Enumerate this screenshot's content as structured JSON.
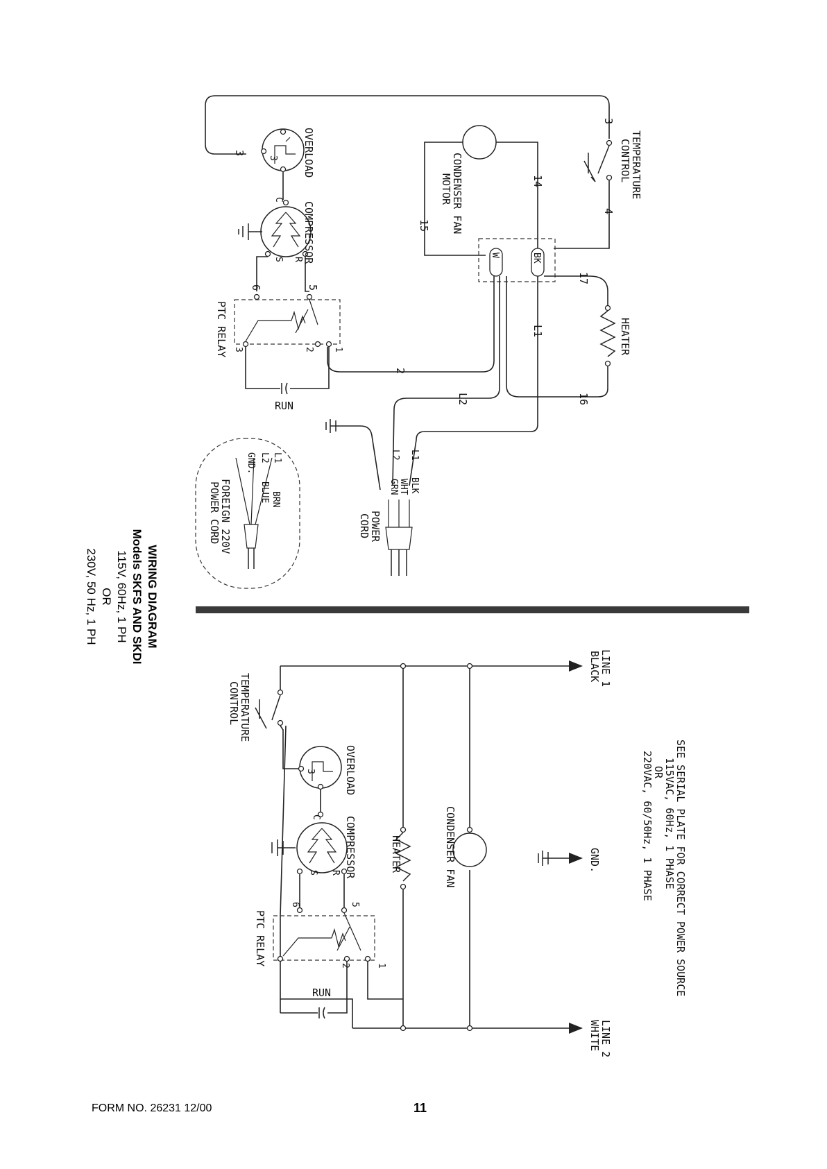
{
  "page": {
    "title_lines": [
      "WIRING DIAGRAM",
      "Models SKFS AND SKDI",
      "115V, 60Hz, 1 PH",
      "OR",
      "230V, 50 Hz, 1 PH"
    ],
    "form_number": "FORM NO. 26231 12/00",
    "page_number": "11"
  },
  "pictorial": {
    "temperature_control": [
      "TEMPERATURE",
      "CONTROL"
    ],
    "condenser_fan_motor": [
      "CONDENSER FAN",
      "MOTOR"
    ],
    "overload": "OVERLOAD",
    "compressor": "COMPRESSOR",
    "ptc_relay": "PTC RELAY",
    "heater": "HEATER",
    "run": "RUN",
    "power_cord": [
      "POWER",
      "CORD"
    ],
    "foreign_cord": [
      "FOREIGN 220V",
      "POWER CORD"
    ],
    "comp_terminals": {
      "c": "C",
      "s": "S",
      "r": "R"
    },
    "overload_terminal": "3",
    "terminal_block": {
      "bk": "BK",
      "w": "W"
    },
    "wire_numbers": {
      "w3_top": "3",
      "w3_left": "3",
      "w4": "4",
      "w14": "14",
      "w15": "15",
      "w17": "17",
      "w16": "16",
      "w5": "5",
      "w6": "6",
      "w2": "2",
      "l1": "L1",
      "l2": "L2"
    },
    "relay_terminals": {
      "t1": "1",
      "t2": "2",
      "t3": "3"
    },
    "cord_wires": [
      {
        "line": "L1",
        "color": "BLK"
      },
      {
        "line": "",
        "color": "WHT"
      },
      {
        "line": "L2",
        "color": "GRN"
      }
    ],
    "foreign_wires": [
      {
        "line": "L1",
        "color": "BRN"
      },
      {
        "line": "L2",
        "color": "BLUE"
      },
      {
        "line": "GND.",
        "color": ""
      }
    ]
  },
  "schematic": {
    "line1": [
      "LINE 1",
      "BLACK"
    ],
    "line2": [
      "LINE 2",
      "WHITE"
    ],
    "gnd": "GND.",
    "serial_note": [
      "SEE SERIAL PLATE FOR CORRECT POWER SOURCE",
      "115VAC, 60Hz, 1 PHASE",
      "OR",
      "220VAC, 60/50Hz, 1 PHASE"
    ],
    "condenser_fan": "CONDENSER FAN",
    "heater": "HEATER",
    "overload": "OVERLOAD",
    "compressor": "COMPRESSOR",
    "temperature_control": [
      "TEMPERATURE",
      "CONTROL"
    ],
    "ptc_relay": "PTC RELAY",
    "run": "RUN",
    "comp_terminals": {
      "c": "C",
      "s": "S",
      "r": "R"
    },
    "overload_terminal": "3",
    "relay_terminals": {
      "t5": "5",
      "t6": "6",
      "t1": "1",
      "t2": "2"
    }
  }
}
